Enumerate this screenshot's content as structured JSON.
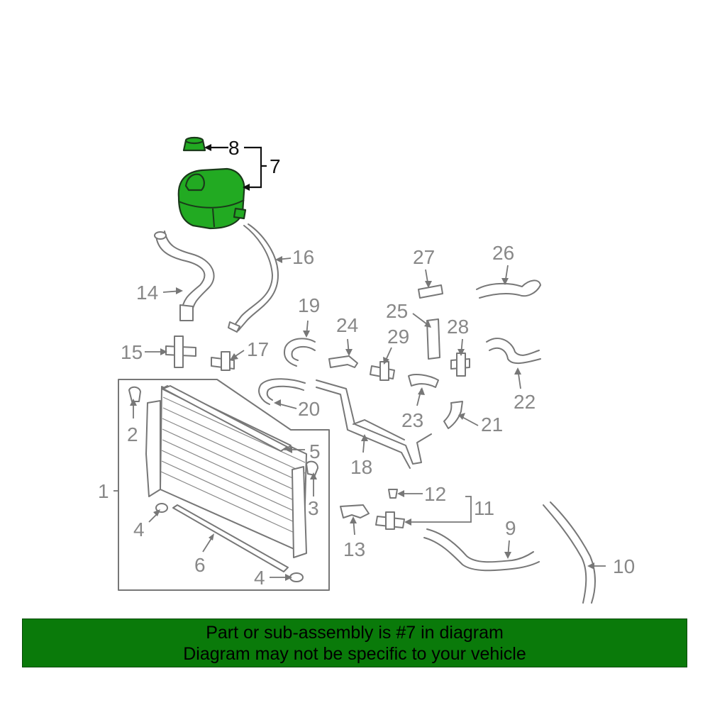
{
  "callouts": {
    "c1": "1",
    "c2": "2",
    "c3": "3",
    "c4a": "4",
    "c4b": "4",
    "c5": "5",
    "c6": "6",
    "c7": "7",
    "c8": "8",
    "c9": "9",
    "c10": "10",
    "c11": "11",
    "c12": "12",
    "c13": "13",
    "c14": "14",
    "c15": "15",
    "c16": "16",
    "c17": "17",
    "c18": "18",
    "c19": "19",
    "c20": "20",
    "c21": "21",
    "c22": "22",
    "c23": "23",
    "c24": "24",
    "c25": "25",
    "c26": "26",
    "c27": "27",
    "c28": "28",
    "c29": "29"
  },
  "highlight": {
    "part": "7",
    "color": "#22aa22"
  },
  "banner": {
    "line1": "Part or sub-assembly is #7 in diagram",
    "line2": "Diagram may not be specific to your vehicle",
    "background": "#0a7a0a"
  }
}
